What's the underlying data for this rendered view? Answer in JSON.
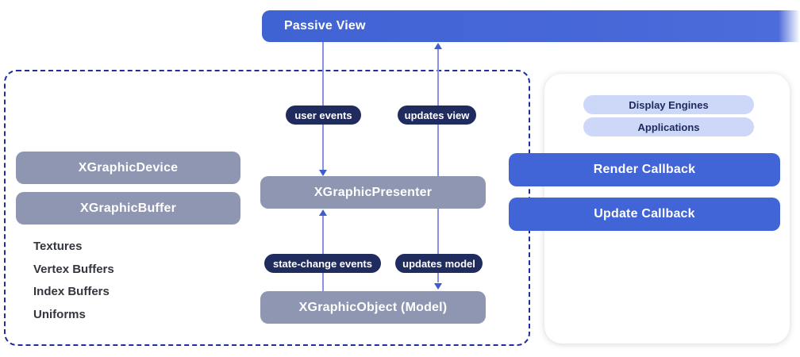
{
  "passive_view": {
    "label": "Passive View"
  },
  "mvp_panel": {
    "device": "XGraphicDevice",
    "buffer": "XGraphicBuffer",
    "resources": [
      "Textures",
      "Vertex Buffers",
      "Index Buffers",
      "Uniforms"
    ],
    "presenter": "XGraphicPresenter",
    "model": "XGraphicObject (Model)"
  },
  "flow": {
    "user_events": "user events",
    "updates_view": "updates view",
    "state_change_events": "state-change events",
    "updates_model": "updates model"
  },
  "host_panel": {
    "tags": [
      "Display Engines",
      "Applications"
    ],
    "render_callback": "Render Callback",
    "update_callback": "Update Callback"
  },
  "colors": {
    "accent_blue": "#4164d6",
    "navy_pill": "#212c5e",
    "dashed_border": "#1c2f9e",
    "node_gray": "#8f96b2",
    "light_pill": "#cdd7f8",
    "connector_line": "#8992e8",
    "arrowhead": "#3f5ccd",
    "text_dark": "#33363d"
  }
}
